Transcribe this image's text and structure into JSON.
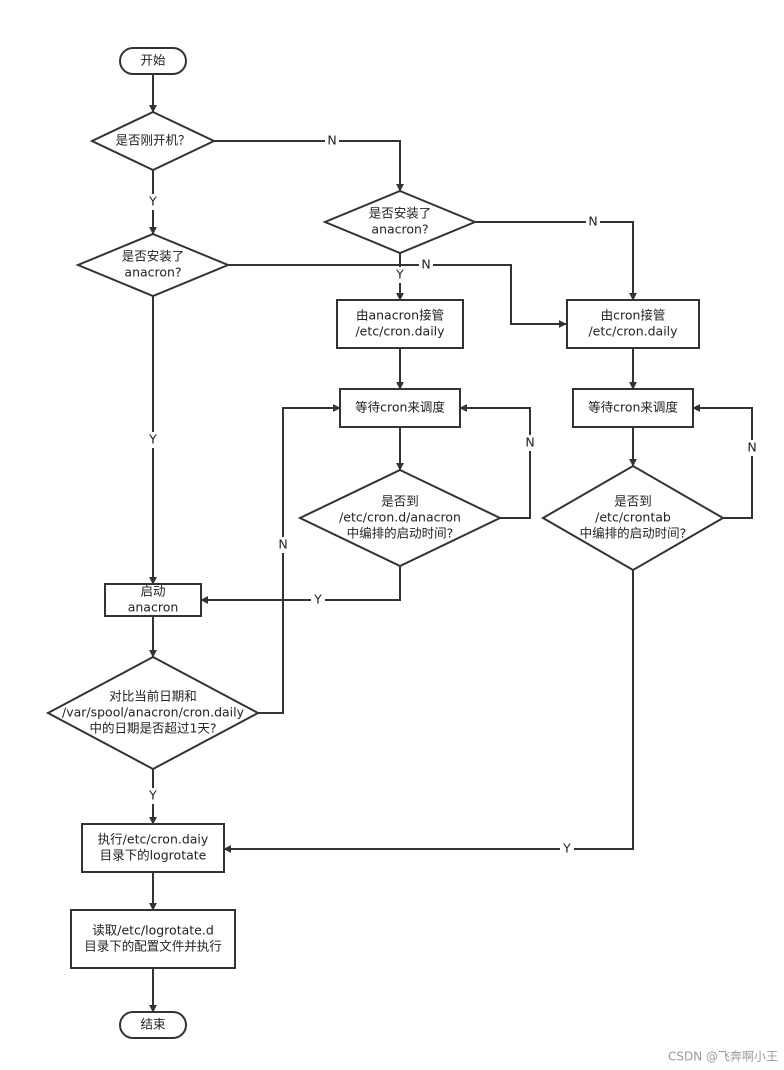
{
  "nodes": {
    "start": [
      "开始"
    ],
    "q_boot": [
      "是否刚开机？"
    ],
    "q_anacron_left": [
      "是否安装了",
      "anacron?"
    ],
    "q_anacron_mid": [
      "是否安装了",
      "anacron?"
    ],
    "anacron_takeover": [
      "由anacron接管",
      "/etc/cron.daily"
    ],
    "cron_takeover": [
      "由cron接管",
      "/etc/cron.daily"
    ],
    "wait_mid": [
      "等待cron来调度"
    ],
    "wait_right": [
      "等待cron来调度"
    ],
    "q_crond": [
      "是否到",
      "/etc/cron.d/anacron",
      "中编排的启动时间?"
    ],
    "q_crontab": [
      "是否到",
      "/etc/crontab",
      "中编排的启动时间?"
    ],
    "start_anacron": [
      "启动",
      "anacron"
    ],
    "q_compare": [
      "对比当前日期和",
      "/var/spool/anacron/cron.daily",
      "中的日期是否超过1天?"
    ],
    "exec_logrotate": [
      "执行/etc/cron.daiy",
      "目录下的logrotate"
    ],
    "read_config": [
      "读取/etc/logrotate.d",
      "目录下的配置文件并执行"
    ],
    "end": [
      "结束"
    ]
  },
  "edges": {
    "boot_no": "N",
    "boot_yes": "Y",
    "left_yes": "Y",
    "left_no": "N",
    "mid_yes": "Y",
    "mid_no": "N",
    "crond_no": "N",
    "crond_yes": "Y",
    "crontab_no": "N",
    "crontab_yes": "Y",
    "compare_no": "N",
    "compare_yes": "Y"
  },
  "watermark": "CSDN @飞奔啊小王"
}
